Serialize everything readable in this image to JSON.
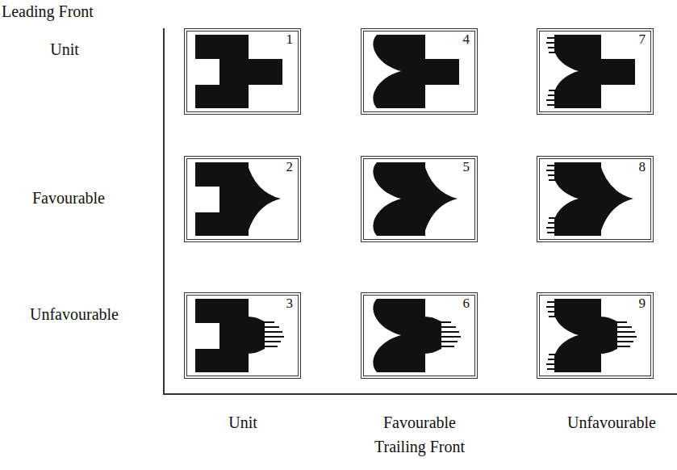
{
  "diagram": {
    "nodes": [
      {
        "text": [
          "1"
        ]
      },
      {
        "text": [
          "4"
        ]
      },
      {
        "text": [
          "7"
        ]
      },
      {
        "text": [
          "2"
        ]
      },
      {
        "text": [
          "5"
        ]
      },
      {
        "text": [
          "8"
        ]
      },
      {
        "text": [
          "3"
        ]
      },
      {
        "text": [
          "6"
        ]
      },
      {
        "text": [
          "9"
        ]
      }
    ],
    "labels": [
      "Leading Front",
      "Unit",
      "Favourable",
      "Unfavourable",
      "Unit",
      "Favourable",
      "Unfavourable",
      "Trailing Front"
    ]
  }
}
